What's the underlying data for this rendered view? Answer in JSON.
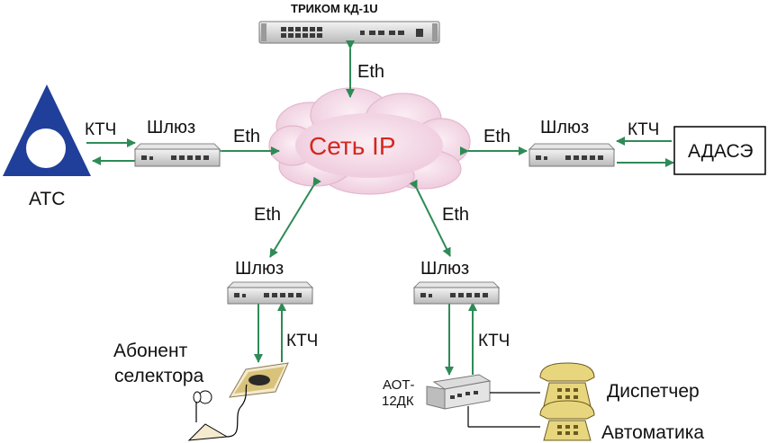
{
  "server": {
    "label": "ТРИКОМ КД-1U"
  },
  "network": {
    "label": "Сеть IP"
  },
  "links": {
    "eth_top": "Eth",
    "eth_left": "Eth",
    "eth_right": "Eth",
    "eth_bl": "Eth",
    "eth_br": "Eth"
  },
  "gateways": {
    "left": "Шлюз",
    "right": "Шлюз",
    "bottom_left": "Шлюз",
    "bottom_right": "Шлюз"
  },
  "ktch": {
    "left": "КТЧ",
    "right": "КТЧ",
    "bottom_left": "КТЧ",
    "bottom_right": "КТЧ"
  },
  "nodes": {
    "ats": "АТС",
    "adase": "АДАСЭ",
    "subscriber_line1": "Абонент",
    "subscriber_line2": "селектора",
    "aot_line1": "АОТ-",
    "aot_line2": "12ДК",
    "dispatcher": "Диспетчер",
    "automation": "Автоматика"
  },
  "colors": {
    "arrow": "#2e8b57",
    "cloud": "#f3dbe7",
    "cloud_edge": "#e2b8cd",
    "network_text": "#d7261e",
    "ats_blue": "#1f3f9a"
  }
}
